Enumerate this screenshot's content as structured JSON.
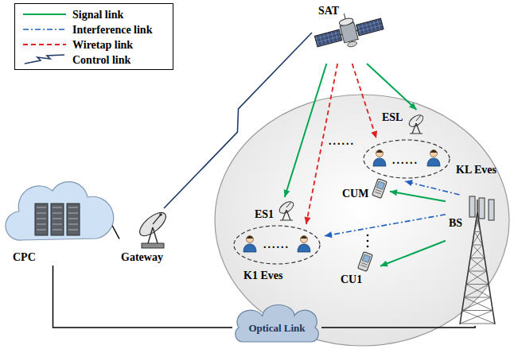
{
  "diagram": {
    "nodes": [
      {
        "text": [
          "SAT"
        ]
      },
      {
        "text": [
          "CPC"
        ]
      },
      {
        "text": [
          "Gateway"
        ]
      },
      {
        "text": [
          "ESL"
        ]
      },
      {
        "text": [
          "KL Eves"
        ]
      },
      {
        "text": [
          "ES1"
        ]
      },
      {
        "text": [
          "CUM"
        ]
      },
      {
        "text": [
          "BS"
        ]
      },
      {
        "text": [
          "K1 Eves"
        ]
      },
      {
        "text": [
          "CU1"
        ]
      },
      {
        "text": [
          "Optical Link"
        ]
      }
    ],
    "edges": [
      {
        "from": 0,
        "to": 5,
        "arrow": "to"
      },
      {
        "from": 0,
        "to": 3,
        "arrow": "to"
      },
      {
        "from": 0,
        "to": 8,
        "arrow": "to"
      },
      {
        "from": 0,
        "to": 4,
        "arrow": "to"
      },
      {
        "from": 2,
        "to": 0,
        "arrow": "none"
      },
      {
        "from": 7,
        "to": 6,
        "arrow": "to"
      },
      {
        "from": 7,
        "to": 9,
        "arrow": "to"
      },
      {
        "from": 7,
        "to": 8,
        "arrow": "to"
      },
      {
        "from": 7,
        "to": 4,
        "arrow": "to"
      },
      {
        "from": 1,
        "to": 2,
        "arrow": "none"
      },
      {
        "from": 1,
        "to": 10,
        "arrow": "none"
      },
      {
        "from": 10,
        "to": 7,
        "arrow": "none"
      }
    ],
    "labels": [
      "......",
      "......",
      "......"
    ],
    "legend": [
      {
        "text": "Signal link"
      },
      {
        "text": "Interference link"
      },
      {
        "text": "Wiretap link"
      },
      {
        "text": "Control link"
      }
    ]
  }
}
